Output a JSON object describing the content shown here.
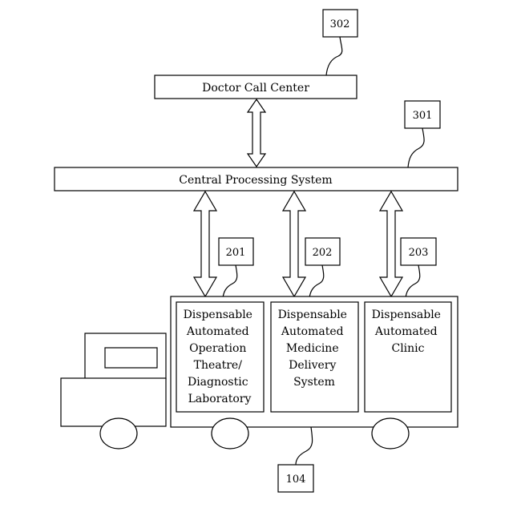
{
  "labels": {
    "doctor_call_center": "Doctor Call Center",
    "central_processing_system": "Central Processing System",
    "module_1": [
      "Dispensable",
      "Automated",
      "Operation",
      "Theatre/",
      "Diagnostic",
      "Laboratory"
    ],
    "module_2": [
      "Dispensable",
      "Automated",
      "Medicine",
      "Delivery",
      "System"
    ],
    "module_3": [
      "Dispensable",
      "Automated",
      "Clinic"
    ]
  },
  "reference_numerals": {
    "doctor_call_center": "302",
    "central_processing_system": "301",
    "module_1": "201",
    "module_2": "202",
    "module_3": "203",
    "vehicle": "104"
  }
}
